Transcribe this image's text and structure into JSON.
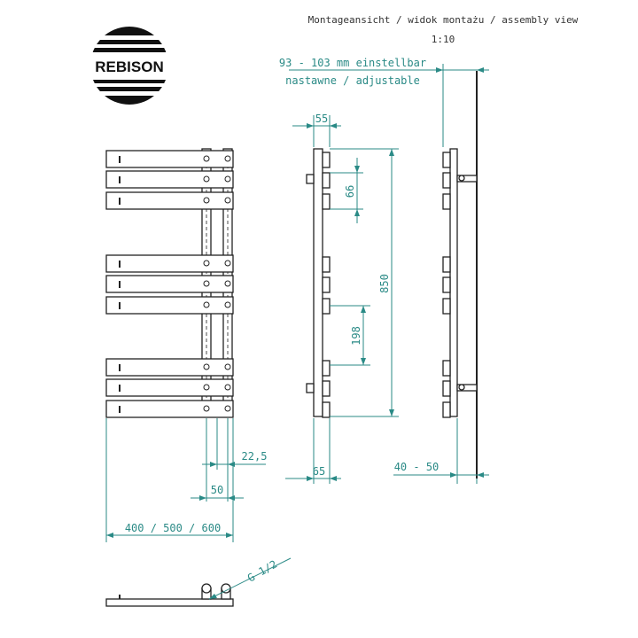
{
  "header": {
    "title": "Montageansicht / widok montażu / assembly view",
    "scale": "1:10"
  },
  "logo": {
    "text": "REBISON"
  },
  "dimensions": {
    "adjust_line1": "93 - 103 mm einstellbar",
    "adjust_line2": "nastawne / adjustable",
    "d55": "55",
    "d66": "66",
    "d850": "850",
    "d198": "198",
    "d65": "65",
    "d40_50": "40 - 50",
    "d22_5": "22,5",
    "d50": "50",
    "widths": "400 / 500 / 600",
    "thread": "G 1/2"
  },
  "colors": {
    "dimension": "#2a8a86",
    "drawing": "#222222"
  }
}
